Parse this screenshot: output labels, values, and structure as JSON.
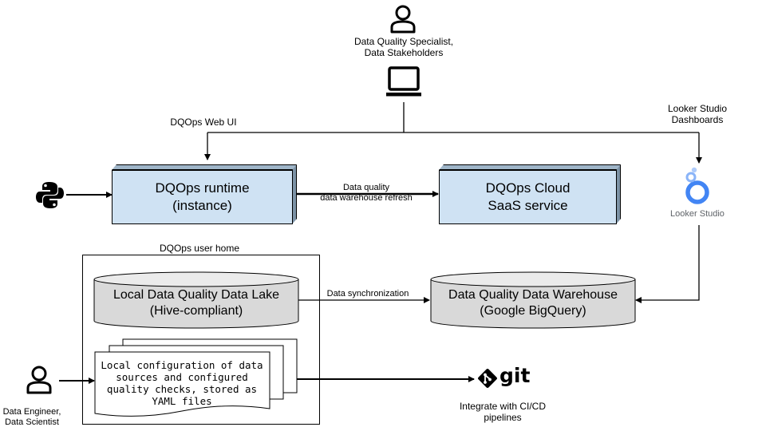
{
  "top_actor": {
    "icon": "person-icon",
    "label_line1": "Data Quality Specialist,",
    "label_line2": "Data Stakeholders"
  },
  "laptop": {
    "icon": "laptop-icon"
  },
  "edges": {
    "web_ui": "DQOps Web UI",
    "looker_line1": "Looker Studio",
    "looker_line2": "Dashboards",
    "refresh_line1": "Data quality",
    "refresh_line2": "data warehouse refresh",
    "sync": "Data synchronization"
  },
  "runtime": {
    "line1": "DQOps runtime",
    "line2": "(instance)"
  },
  "cloud": {
    "line1": "DQOps Cloud",
    "line2": "SaaS service"
  },
  "looker_studio": {
    "icon": "looker-studio-icon",
    "label": "Looker Studio"
  },
  "python": {
    "icon": "python-icon"
  },
  "user_home": {
    "title": "DQOps user home",
    "lake_line1": "Local Data Quality Data Lake",
    "lake_line2": "(Hive-compliant)",
    "config_lines": [
      "Local configuration of data",
      "sources and configured",
      "quality checks, stored as",
      "YAML files"
    ]
  },
  "warehouse": {
    "line1": "Data Quality Data Warehouse",
    "line2": "(Google BigQuery)"
  },
  "bottom_actor": {
    "icon": "person-icon",
    "label_line1": "Data Engineer,",
    "label_line2": "Data Scientist"
  },
  "git": {
    "icon": "git-icon",
    "label": "git",
    "caption_line1": "Integrate with CI/CD",
    "caption_line2": "pipelines"
  },
  "colors": {
    "box_fill": "#cfe2f3",
    "cylinder_fill": "#d9d9d9",
    "looker_blue": "#4285f4"
  }
}
